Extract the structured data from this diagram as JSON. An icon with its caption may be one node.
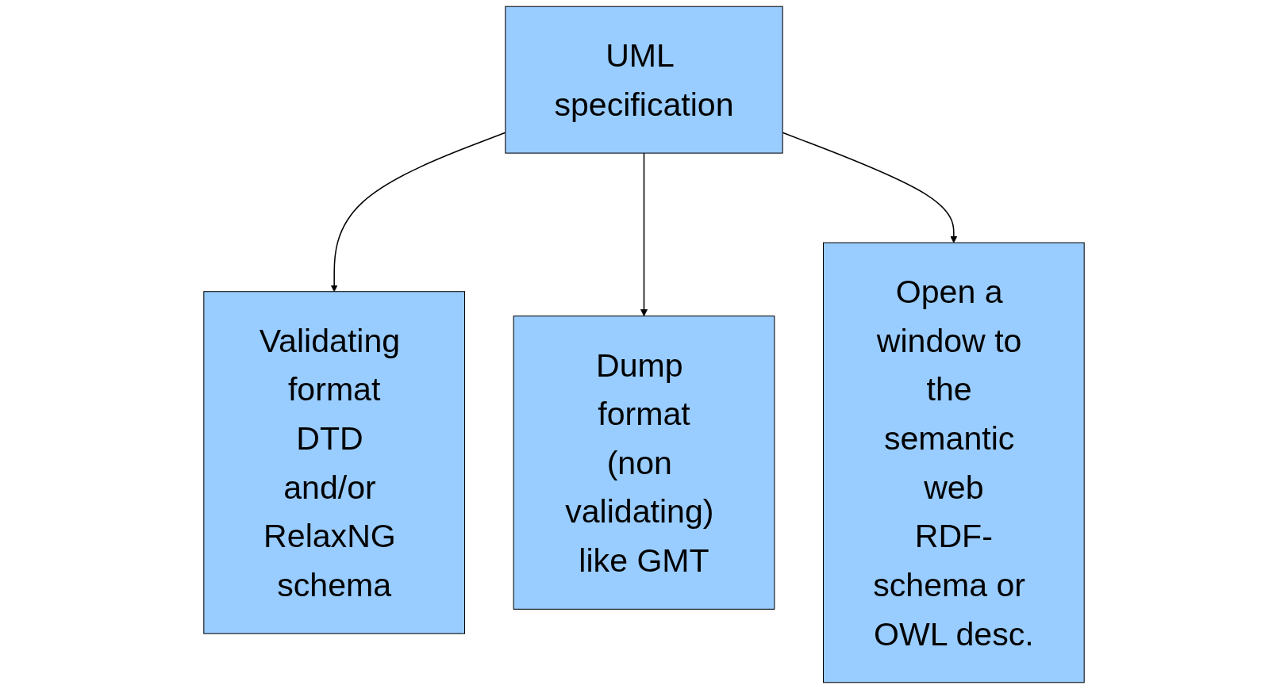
{
  "diagram": {
    "nodes": [
      {
        "text": [
          "UML specification"
        ]
      },
      {
        "text": [
          "Validating format",
          "DTD and/or RelaxNG schema"
        ]
      },
      {
        "text": [
          "Dump format",
          "(non validating) like GMT"
        ]
      },
      {
        "text": [
          "Open a window to the semantic web",
          "RDF-schema or OWL desc."
        ]
      }
    ],
    "edges": [
      {
        "from": 0,
        "to": 1,
        "arrow": "to"
      },
      {
        "from": 0,
        "to": 2,
        "arrow": "to"
      },
      {
        "from": 0,
        "to": 3,
        "arrow": "to"
      }
    ]
  }
}
